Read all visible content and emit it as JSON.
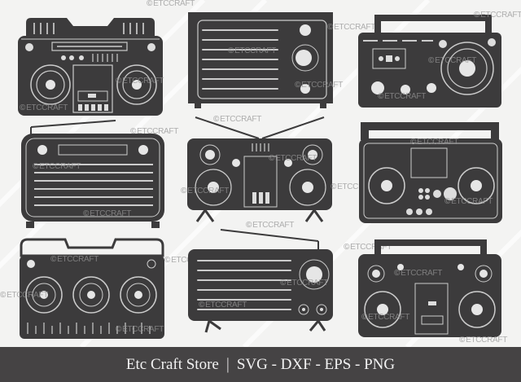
{
  "footer": {
    "store": "Etc Craft Store",
    "separator": "|",
    "formats": "SVG - DXF - EPS - PNG"
  },
  "watermark": "ETCCRAFT",
  "colors": {
    "background": "#f3f3f2",
    "silhouette": "#3c3b3c",
    "highlight": "#e6e6e6",
    "footer_bg": "#454344",
    "footer_text": "#f2f2f2"
  },
  "items": [
    {
      "name": "boombox-handle-cassette",
      "row": 1,
      "col": 1
    },
    {
      "name": "vintage-radio-dial",
      "row": 1,
      "col": 2
    },
    {
      "name": "boombox-single-speaker",
      "row": 1,
      "col": 3
    },
    {
      "name": "retro-radio-antenna",
      "row": 2,
      "col": 1
    },
    {
      "name": "stereo-antenna-legs",
      "row": 2,
      "col": 2
    },
    {
      "name": "boombox-display",
      "row": 2,
      "col": 3
    },
    {
      "name": "triple-speaker-boombox",
      "row": 3,
      "col": 1
    },
    {
      "name": "tabletop-radio-legs",
      "row": 3,
      "col": 2
    },
    {
      "name": "boombox-quad-speaker",
      "row": 3,
      "col": 3
    }
  ]
}
